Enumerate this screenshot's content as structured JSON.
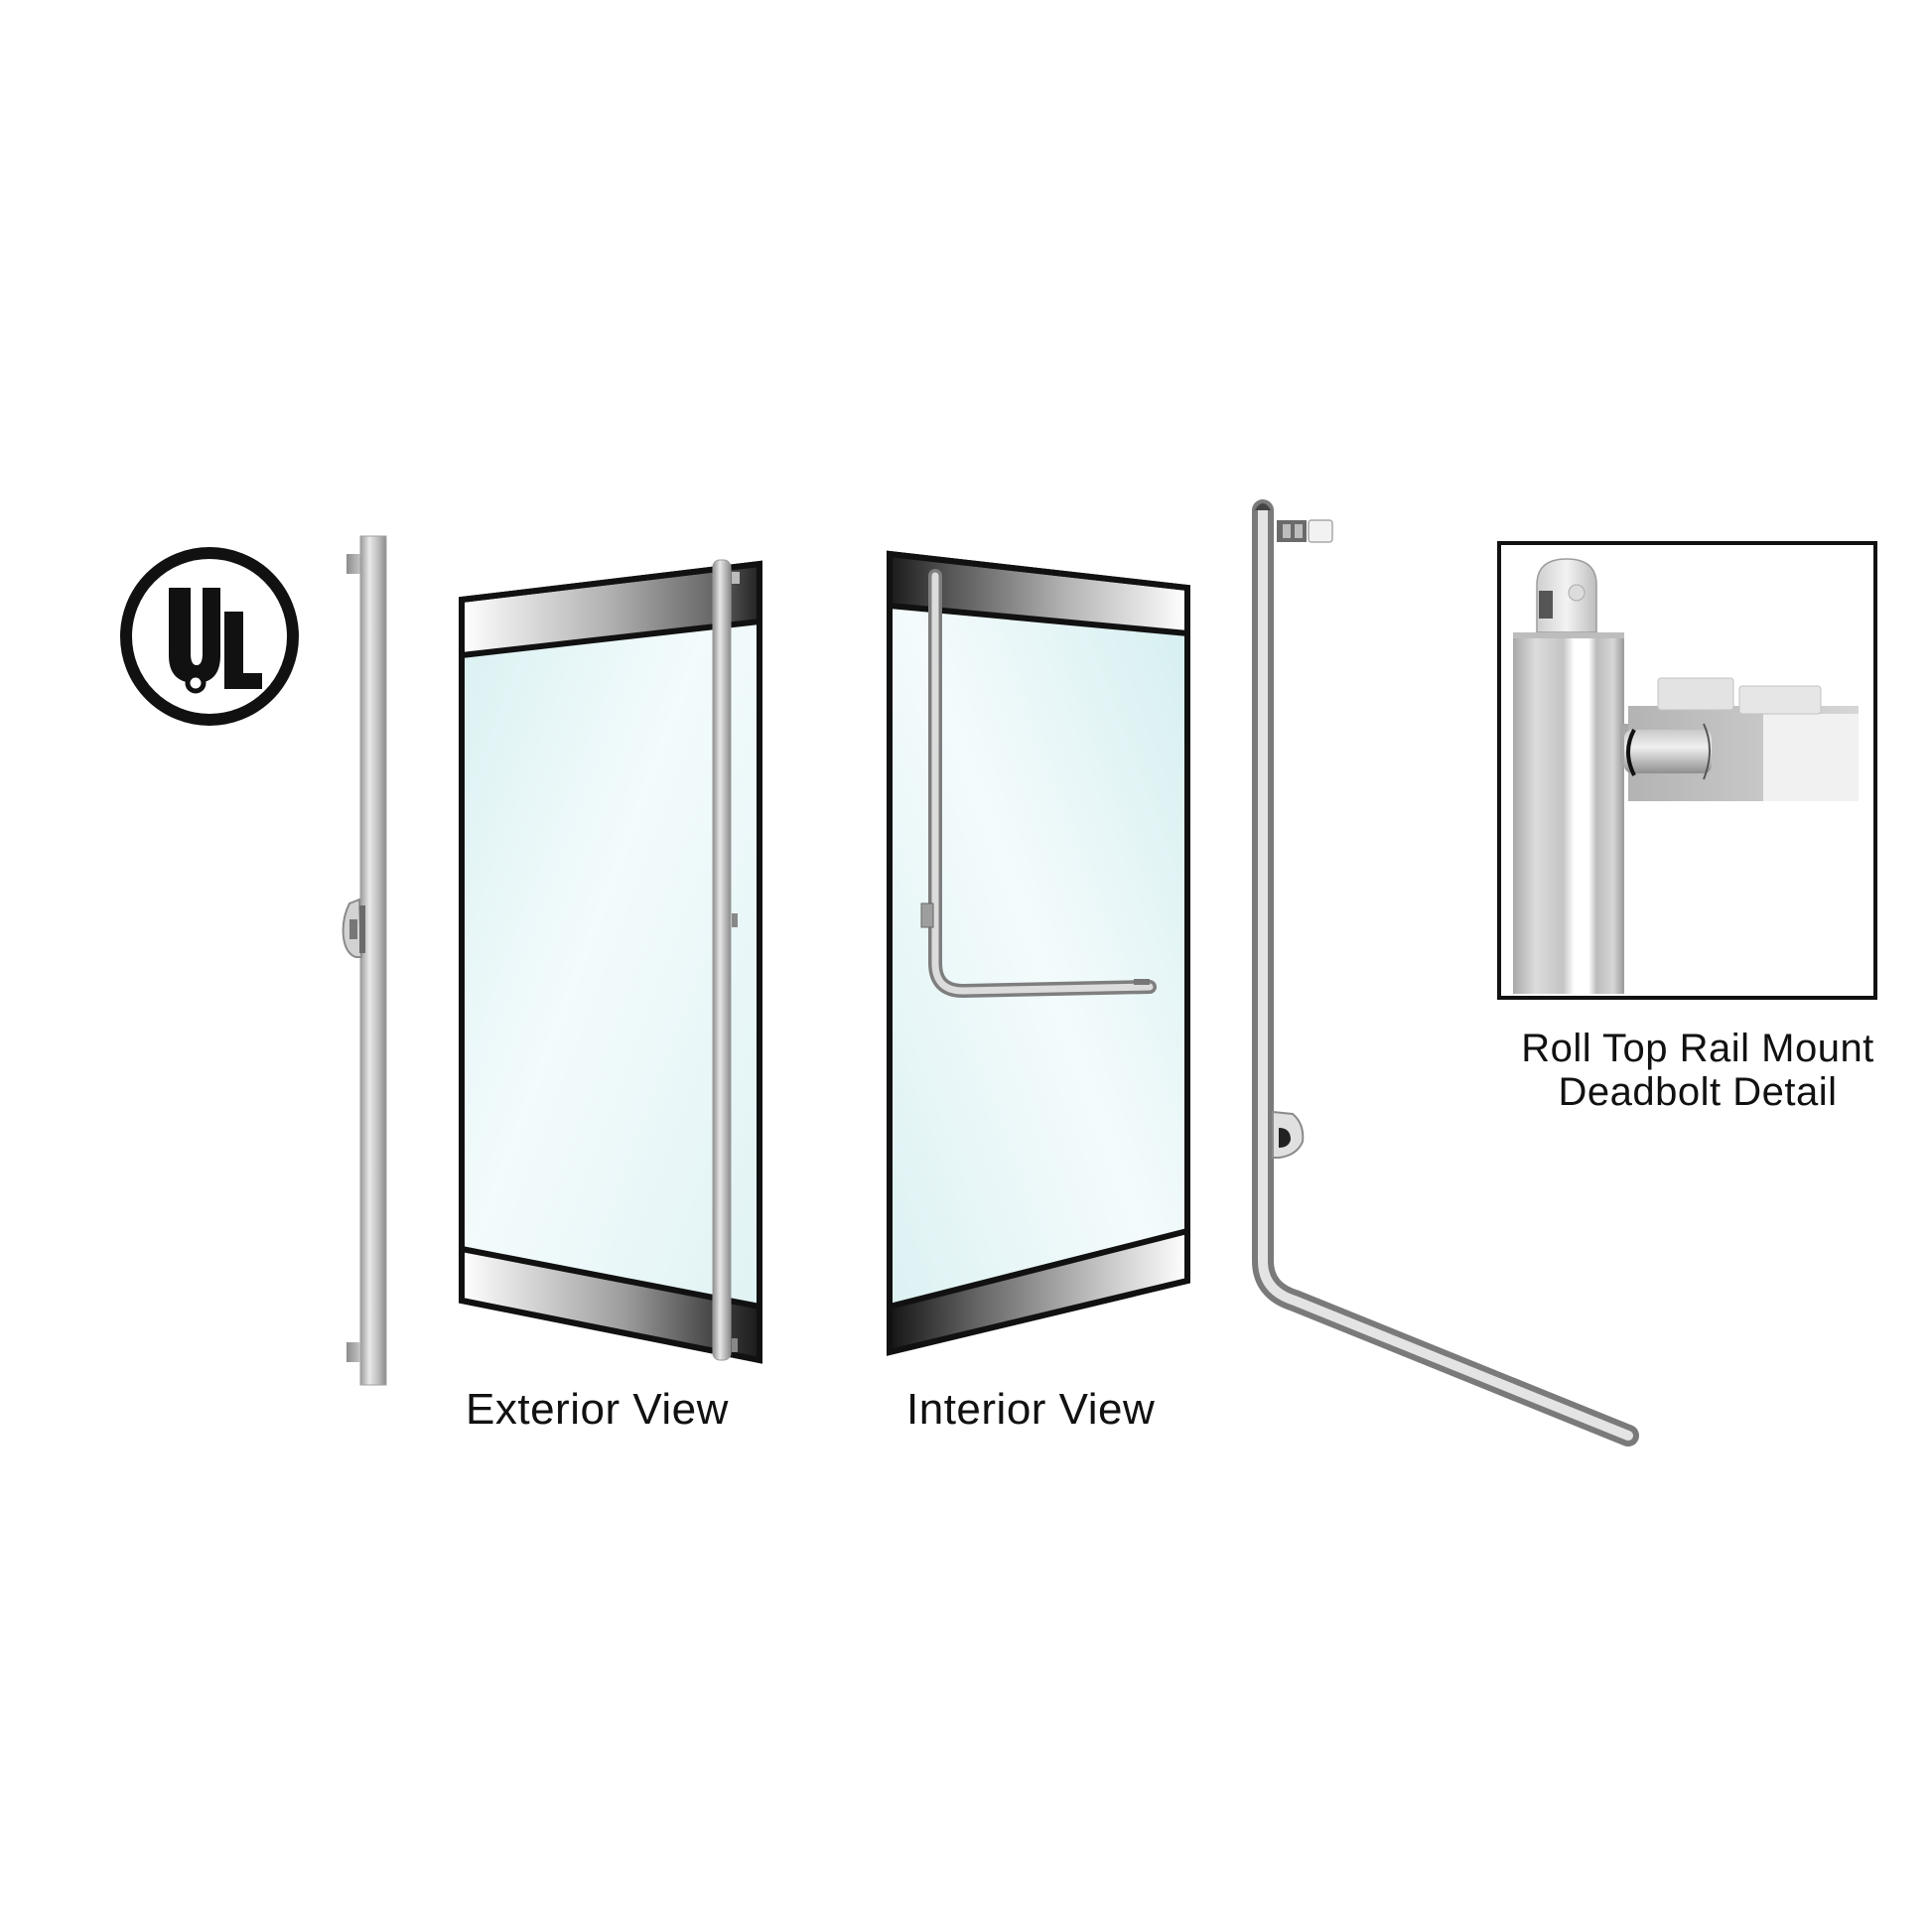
{
  "certification": {
    "logo_text": "UL",
    "logo_color": "#111111"
  },
  "views": [
    {
      "id": "exterior",
      "caption": "Exterior View"
    },
    {
      "id": "interior",
      "caption": "Interior View"
    }
  ],
  "detail": {
    "caption_line1": "Roll Top Rail Mount",
    "caption_line2": "Deadbolt Detail"
  },
  "colors": {
    "glass_light": "#f4fcfd",
    "glass_tint": "#d4eef0",
    "frame_dark": "#111111",
    "metal_light": "#e8e8e8",
    "metal_mid": "#b8b8b8",
    "metal_dark": "#7d7d7d",
    "background": "#ffffff"
  }
}
